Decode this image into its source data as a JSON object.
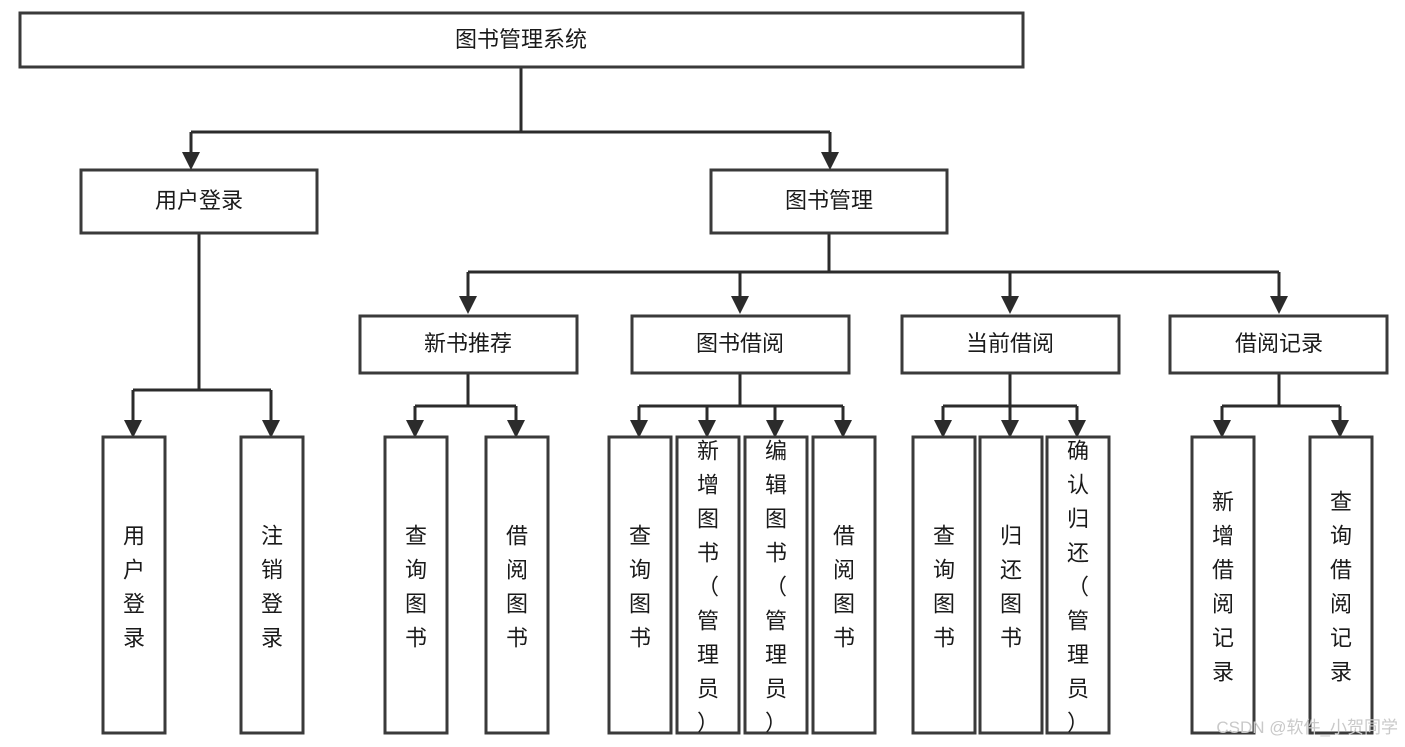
{
  "diagram": {
    "title": "图书管理系统",
    "type": "hierarchy-tree",
    "root": {
      "id": "root",
      "label": "图书管理系统",
      "orientation": "horizontal"
    },
    "level2": [
      {
        "id": "user-login",
        "label": "用户登录",
        "orientation": "horizontal"
      },
      {
        "id": "book-manage",
        "label": "图书管理",
        "orientation": "horizontal"
      }
    ],
    "level3": [
      {
        "id": "new-book-recommend",
        "label": "新书推荐",
        "parent": "book-manage",
        "orientation": "horizontal"
      },
      {
        "id": "book-borrow",
        "label": "图书借阅",
        "parent": "book-manage",
        "orientation": "horizontal"
      },
      {
        "id": "current-borrow",
        "label": "当前借阅",
        "parent": "book-manage",
        "orientation": "horizontal"
      },
      {
        "id": "borrow-record",
        "label": "借阅记录",
        "parent": "book-manage",
        "orientation": "horizontal"
      }
    ],
    "leaves": [
      {
        "id": "leaf-user-login",
        "label": "用户登录",
        "parent": "user-login",
        "orientation": "vertical"
      },
      {
        "id": "leaf-user-logout",
        "label": "注销登录",
        "parent": "user-login",
        "orientation": "vertical"
      },
      {
        "id": "leaf-query-book-1",
        "label": "查询图书",
        "parent": "new-book-recommend",
        "orientation": "vertical"
      },
      {
        "id": "leaf-borrow-book-1",
        "label": "借阅图书",
        "parent": "new-book-recommend",
        "orientation": "vertical"
      },
      {
        "id": "leaf-query-book-2",
        "label": "查询图书",
        "parent": "book-borrow",
        "orientation": "vertical"
      },
      {
        "id": "leaf-add-book",
        "label": "新增图书（管理员）",
        "parent": "book-borrow",
        "orientation": "vertical"
      },
      {
        "id": "leaf-edit-book",
        "label": "编辑图书（管理员）",
        "parent": "book-borrow",
        "orientation": "vertical"
      },
      {
        "id": "leaf-borrow-book-2",
        "label": "借阅图书",
        "parent": "book-borrow",
        "orientation": "vertical"
      },
      {
        "id": "leaf-query-book-3",
        "label": "查询图书",
        "parent": "current-borrow",
        "orientation": "vertical"
      },
      {
        "id": "leaf-return-book",
        "label": "归还图书",
        "parent": "current-borrow",
        "orientation": "vertical"
      },
      {
        "id": "leaf-confirm-return",
        "label": "确认归还（管理员）",
        "parent": "current-borrow",
        "orientation": "vertical"
      },
      {
        "id": "leaf-add-record",
        "label": "新增借阅记录",
        "parent": "borrow-record",
        "orientation": "vertical"
      },
      {
        "id": "leaf-query-record",
        "label": "查询借阅记录",
        "parent": "borrow-record",
        "orientation": "vertical"
      }
    ],
    "watermark": "CSDN @软件_小贺同学",
    "colors": {
      "box_stroke": "#3a3a3a",
      "box_fill": "#ffffff",
      "connector": "#2b2b2b",
      "text": "#1a1a1a",
      "watermark": "#c9c9c9",
      "background": "#ffffff"
    }
  }
}
